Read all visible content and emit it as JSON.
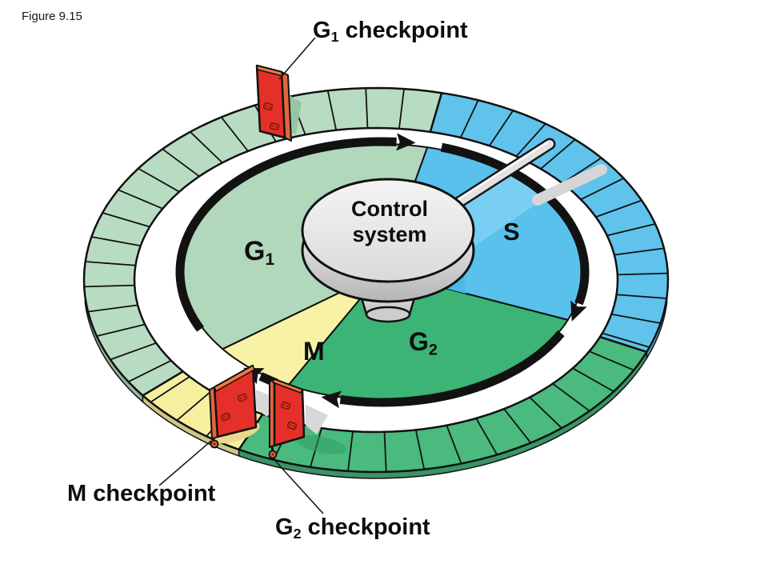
{
  "figure_label": "Figure 9.15",
  "control": {
    "line1": "Control",
    "line2": "system"
  },
  "checkpoints": [
    {
      "key": "g1",
      "base": "G",
      "sub": "1",
      "rest": " checkpoint"
    },
    {
      "key": "m",
      "base": "M",
      "sub": "",
      "rest": " checkpoint"
    },
    {
      "key": "g2",
      "base": "G",
      "sub": "2",
      "rest": " checkpoint"
    }
  ],
  "phases": [
    {
      "key": "g1",
      "label_base": "G",
      "label_sub": "1",
      "start": 233,
      "end": 373,
      "ring_color": "#b8dcc2",
      "sector_color": "#b2d8bc",
      "rim_color": "#93b59d"
    },
    {
      "key": "s",
      "label_base": "S",
      "label_sub": "",
      "start": 13,
      "end": 112,
      "ring_color": "#5fc3ec",
      "sector_color": "#59c1eb",
      "rim_color": "#4ba6cd"
    },
    {
      "key": "g2",
      "label_base": "G",
      "label_sub": "2",
      "start": 112,
      "end": 208,
      "ring_color": "#4aba7f",
      "sector_color": "#3bb475",
      "rim_color": "#399467"
    },
    {
      "key": "m",
      "label_base": "M",
      "label_sub": "",
      "start": 208,
      "end": 233,
      "ring_color": "#f6efa0",
      "sector_color": "#f7f2a6",
      "rim_color": "#cfc784"
    }
  ],
  "colors": {
    "outline": "#111111",
    "arrow": "#121212",
    "barrier_face": "#e43028",
    "barrier_side": "#e2663b",
    "barrier_edge_top": "#ee7a40",
    "rivet": "#7e170e",
    "lever_body": "#e2e2e2",
    "lever_highlight": "#f8f8f8",
    "shadow_grey": "#d8d8d8",
    "s_band_light": "#79cff3",
    "s_hook_dark": "#46b9e7"
  }
}
